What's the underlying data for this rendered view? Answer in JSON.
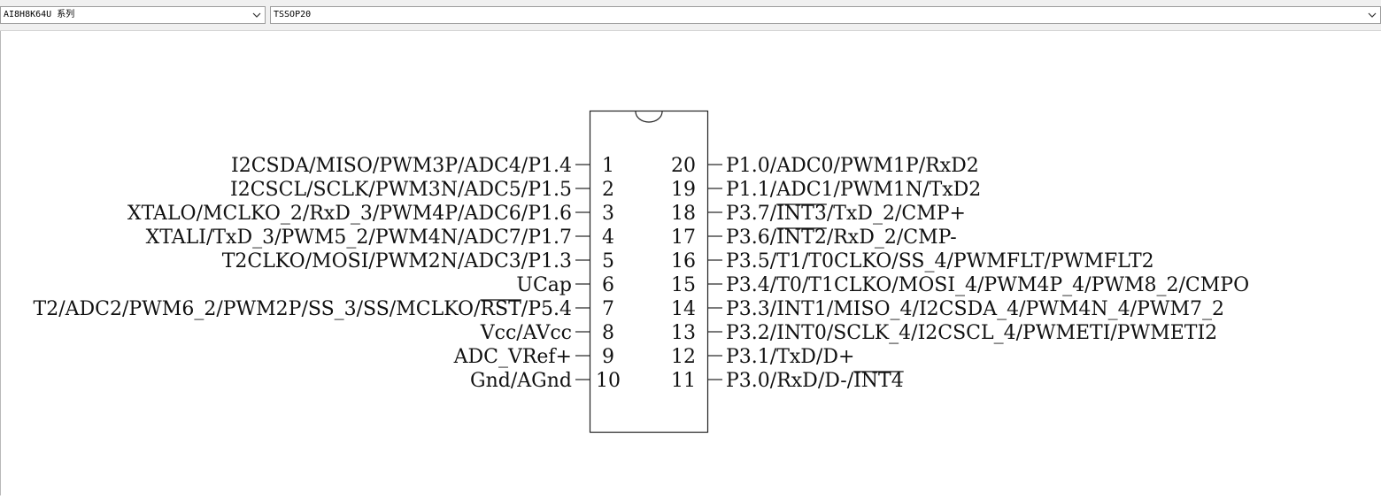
{
  "toolbar": {
    "series_select": {
      "value": "AI8H8K64U 系列"
    },
    "package_select": {
      "value": "TSSOP20"
    }
  },
  "diagram": {
    "left_pins": [
      {
        "num": "1",
        "label": "I2CSDA/MISO/PWM3P/ADC4/P1.4"
      },
      {
        "num": "2",
        "label": "I2CSCL/SCLK/PWM3N/ADC5/P1.5"
      },
      {
        "num": "3",
        "label": "XTALO/MCLKO_2/RxD_3/PWM4P/ADC6/P1.6"
      },
      {
        "num": "4",
        "label": "XTALI/TxD_3/PWM5_2/PWM4N/ADC7/P1.7"
      },
      {
        "num": "5",
        "label": "T2CLKO/MOSI/PWM2N/ADC3/P1.3"
      },
      {
        "num": "6",
        "label": "UCap"
      },
      {
        "num": "7",
        "label": "T2/ADC2/PWM6_2/PWM2P/SS_3/SS/MCLKO/RST/P5.4"
      },
      {
        "num": "8",
        "label": "Vcc/AVcc"
      },
      {
        "num": "9",
        "label": "ADC_VRef+"
      },
      {
        "num": "10",
        "label": "Gnd/AGnd"
      }
    ],
    "right_pins": [
      {
        "num": "20",
        "label": "P1.0/ADC0/PWM1P/RxD2"
      },
      {
        "num": "19",
        "label": "P1.1/ADC1/PWM1N/TxD2"
      },
      {
        "num": "18",
        "label": "P3.7/INT3/TxD_2/CMP+"
      },
      {
        "num": "17",
        "label": "P3.6/INT2/RxD_2/CMP-"
      },
      {
        "num": "16",
        "label": "P3.5/T1/T0CLKO/SS_4/PWMFLT/PWMFLT2"
      },
      {
        "num": "15",
        "label": "P3.4/T0/T1CLKO/MOSI_4/PWM4P_4/PWM8_2/CMPO"
      },
      {
        "num": "14",
        "label": "P3.3/INT1/MISO_4/I2CSDA_4/PWM4N_4/PWM7_2"
      },
      {
        "num": "13",
        "label": "P3.2/INT0/SCLK_4/I2CSCL_4/PWMETI/PWMETI2"
      },
      {
        "num": "12",
        "label": "P3.1/TxD/D+"
      },
      {
        "num": "11",
        "label": "P3.0/RxD/D-/INT4"
      }
    ]
  }
}
